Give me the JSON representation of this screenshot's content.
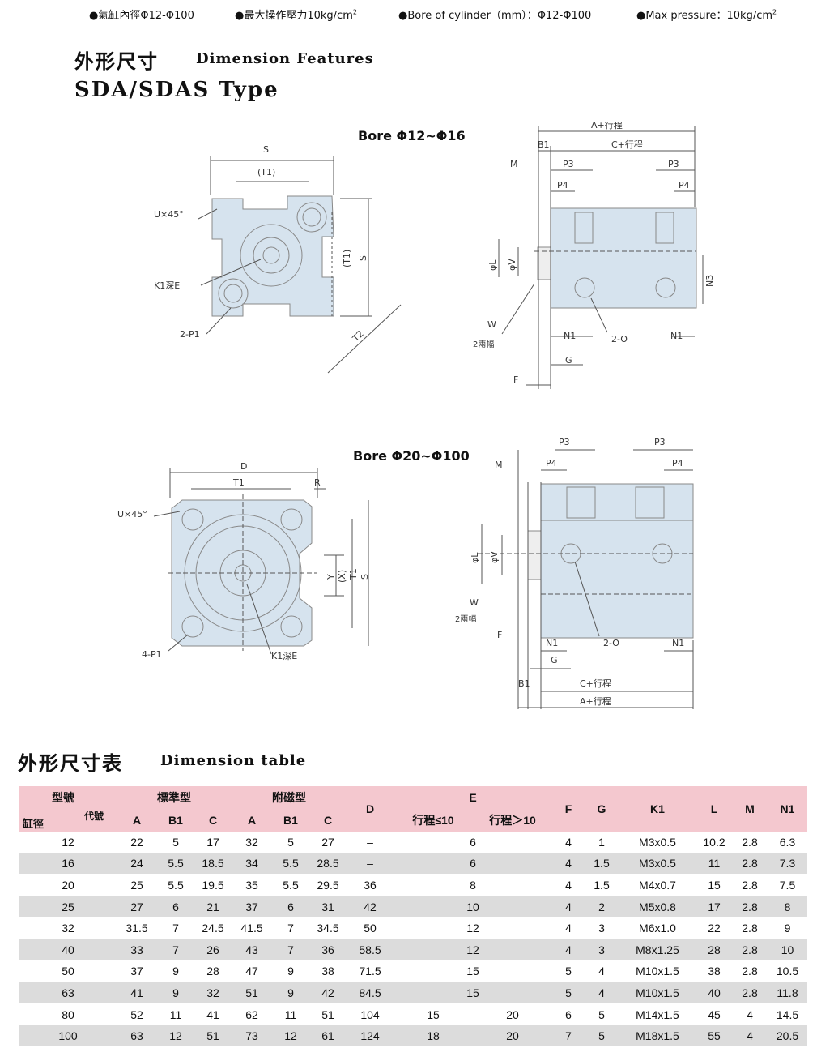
{
  "specs": {
    "cn_bore": "●氣缸內徑Φ12-Φ100",
    "cn_pressure": "●最大操作壓力10kg/cm",
    "en_bore": "●Bore of cylinder（mm）：Φ12-Φ100",
    "en_pressure": "●Max pressure：10kg/cm",
    "sup": "2"
  },
  "headings": {
    "features_cn": "外形尺寸",
    "features_en": "Dimension Features",
    "type": "SDA/SDAS Type",
    "table_cn": "外形尺寸表",
    "table_en": "Dimension table"
  },
  "drawing1": {
    "bore": "Bore Φ12~Φ16",
    "labels": {
      "S": "S",
      "T1p": "(T1)",
      "U45": "U×45°",
      "K1": "K1深E",
      "P1": "2-P1",
      "T2": "T2",
      "S2": "S",
      "T1v": "(T1)",
      "A": "A+行程",
      "C": "C+行程",
      "B1": "B1",
      "M": "M",
      "P3a": "P3",
      "P3b": "P3",
      "P4a": "P4",
      "P4b": "P4",
      "phiL": "φL",
      "phiV": "φV",
      "N3": "N3",
      "W": "W",
      "W2": "2兩幅",
      "N1a": "N1",
      "O": "2-O",
      "N1b": "N1",
      "G": "G",
      "F": "F"
    }
  },
  "drawing2": {
    "bore": "Bore Φ20~Φ100",
    "labels": {
      "D": "D",
      "T1": "T1",
      "R": "R",
      "U45": "U×45°",
      "P1": "4-P1",
      "K1": "K1深E",
      "Y": "Y",
      "X": "(X)",
      "T1v": "T1",
      "S": "S",
      "M": "M",
      "P3a": "P3",
      "P3b": "P3",
      "P4a": "P4",
      "P4b": "P4",
      "phiL": "φL",
      "phiV": "φV",
      "W": "W",
      "W2": "2兩幅",
      "F": "F",
      "N1a": "N1",
      "O": "2-O",
      "N1b": "N1",
      "G": "G",
      "B1": "B1",
      "C": "C+行程",
      "A": "A+行程"
    }
  },
  "table": {
    "corner_top": "型號",
    "corner_mid": "代號",
    "corner_bottom": "缸徑",
    "group_std": "標準型",
    "group_mag": "附磁型",
    "group_E": "E",
    "cols": [
      "A",
      "B1",
      "C",
      "A",
      "B1",
      "C",
      "D",
      "行程≤10",
      "行程＞10",
      "F",
      "G",
      "K1",
      "L",
      "M",
      "N1"
    ],
    "rows": [
      {
        "bore": "12",
        "A": "22",
        "B1": "5",
        "C": "17",
        "mA": "32",
        "mB1": "5",
        "mC": "27",
        "D": "–",
        "E": "6",
        "E1": "",
        "E2": "",
        "F": "4",
        "G": "1",
        "K1": "M3x0.5",
        "L": "10.2",
        "M": "2.8",
        "N1": "6.3"
      },
      {
        "bore": "16",
        "A": "24",
        "B1": "5.5",
        "C": "18.5",
        "mA": "34",
        "mB1": "5.5",
        "mC": "28.5",
        "D": "–",
        "E": "6",
        "E1": "",
        "E2": "",
        "F": "4",
        "G": "1.5",
        "K1": "M3x0.5",
        "L": "11",
        "M": "2.8",
        "N1": "7.3"
      },
      {
        "bore": "20",
        "A": "25",
        "B1": "5.5",
        "C": "19.5",
        "mA": "35",
        "mB1": "5.5",
        "mC": "29.5",
        "D": "36",
        "E": "8",
        "E1": "",
        "E2": "",
        "F": "4",
        "G": "1.5",
        "K1": "M4x0.7",
        "L": "15",
        "M": "2.8",
        "N1": "7.5"
      },
      {
        "bore": "25",
        "A": "27",
        "B1": "6",
        "C": "21",
        "mA": "37",
        "mB1": "6",
        "mC": "31",
        "D": "42",
        "E": "10",
        "E1": "",
        "E2": "",
        "F": "4",
        "G": "2",
        "K1": "M5x0.8",
        "L": "17",
        "M": "2.8",
        "N1": "8"
      },
      {
        "bore": "32",
        "A": "31.5",
        "B1": "7",
        "C": "24.5",
        "mA": "41.5",
        "mB1": "7",
        "mC": "34.5",
        "D": "50",
        "E": "12",
        "E1": "",
        "E2": "",
        "F": "4",
        "G": "3",
        "K1": "M6x1.0",
        "L": "22",
        "M": "2.8",
        "N1": "9"
      },
      {
        "bore": "40",
        "A": "33",
        "B1": "7",
        "C": "26",
        "mA": "43",
        "mB1": "7",
        "mC": "36",
        "D": "58.5",
        "E": "12",
        "E1": "",
        "E2": "",
        "F": "4",
        "G": "3",
        "K1": "M8x1.25",
        "L": "28",
        "M": "2.8",
        "N1": "10"
      },
      {
        "bore": "50",
        "A": "37",
        "B1": "9",
        "C": "28",
        "mA": "47",
        "mB1": "9",
        "mC": "38",
        "D": "71.5",
        "E": "15",
        "E1": "",
        "E2": "",
        "F": "5",
        "G": "4",
        "K1": "M10x1.5",
        "L": "38",
        "M": "2.8",
        "N1": "10.5"
      },
      {
        "bore": "63",
        "A": "41",
        "B1": "9",
        "C": "32",
        "mA": "51",
        "mB1": "9",
        "mC": "42",
        "D": "84.5",
        "E": "15",
        "E1": "",
        "E2": "",
        "F": "5",
        "G": "4",
        "K1": "M10x1.5",
        "L": "40",
        "M": "2.8",
        "N1": "11.8"
      },
      {
        "bore": "80",
        "A": "52",
        "B1": "11",
        "C": "41",
        "mA": "62",
        "mB1": "11",
        "mC": "51",
        "D": "104",
        "E": "",
        "E1": "15",
        "E2": "20",
        "F": "6",
        "G": "5",
        "K1": "M14x1.5",
        "L": "45",
        "M": "4",
        "N1": "14.5"
      },
      {
        "bore": "100",
        "A": "63",
        "B1": "12",
        "C": "51",
        "mA": "73",
        "mB1": "12",
        "mC": "61",
        "D": "124",
        "E": "",
        "E1": "18",
        "E2": "20",
        "F": "7",
        "G": "5",
        "K1": "M18x1.5",
        "L": "55",
        "M": "4",
        "N1": "20.5"
      }
    ]
  }
}
